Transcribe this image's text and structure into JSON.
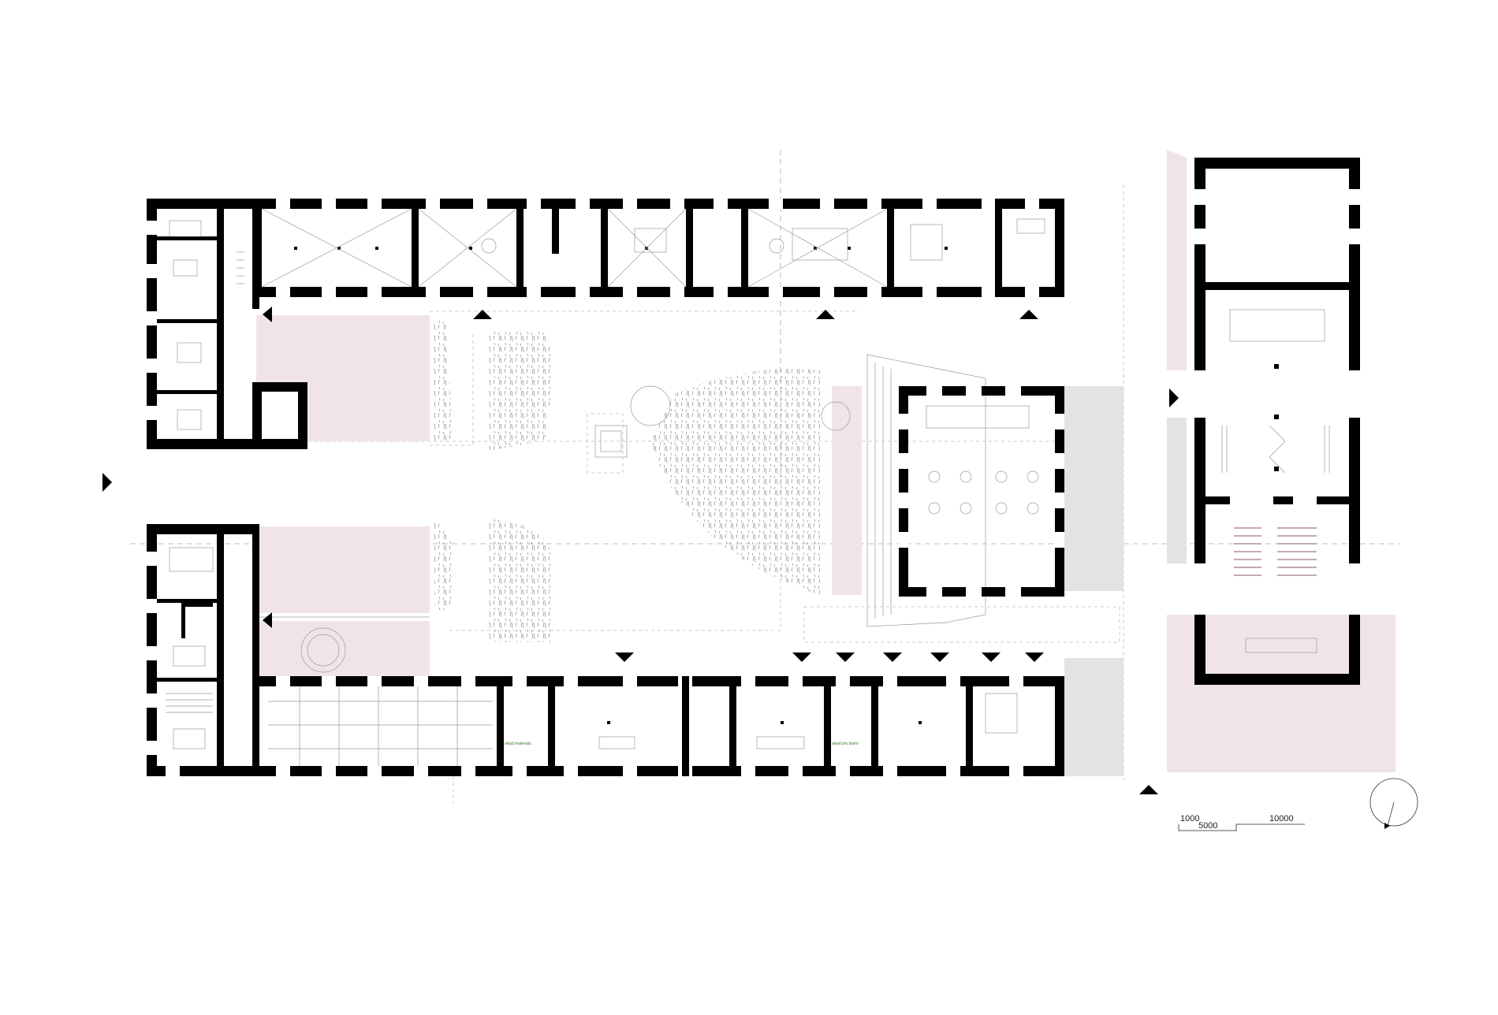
{
  "scale_bar": {
    "label_1000": "1000",
    "label_5000": "5000",
    "label_10000": "10000"
  },
  "room_labels": {
    "west_wing_south_a": "sklad materialu",
    "west_wing_south_b": "sklad pro bistro"
  },
  "colors": {
    "wall": "#000000",
    "courtyard_pink": "#f1e4e8",
    "paving_grey": "#e3e3e3",
    "grass_hatch": "#8a8a8a"
  },
  "icons": {
    "entrance_marker": "black-triangle",
    "north_arrow": "circle-with-needle"
  }
}
